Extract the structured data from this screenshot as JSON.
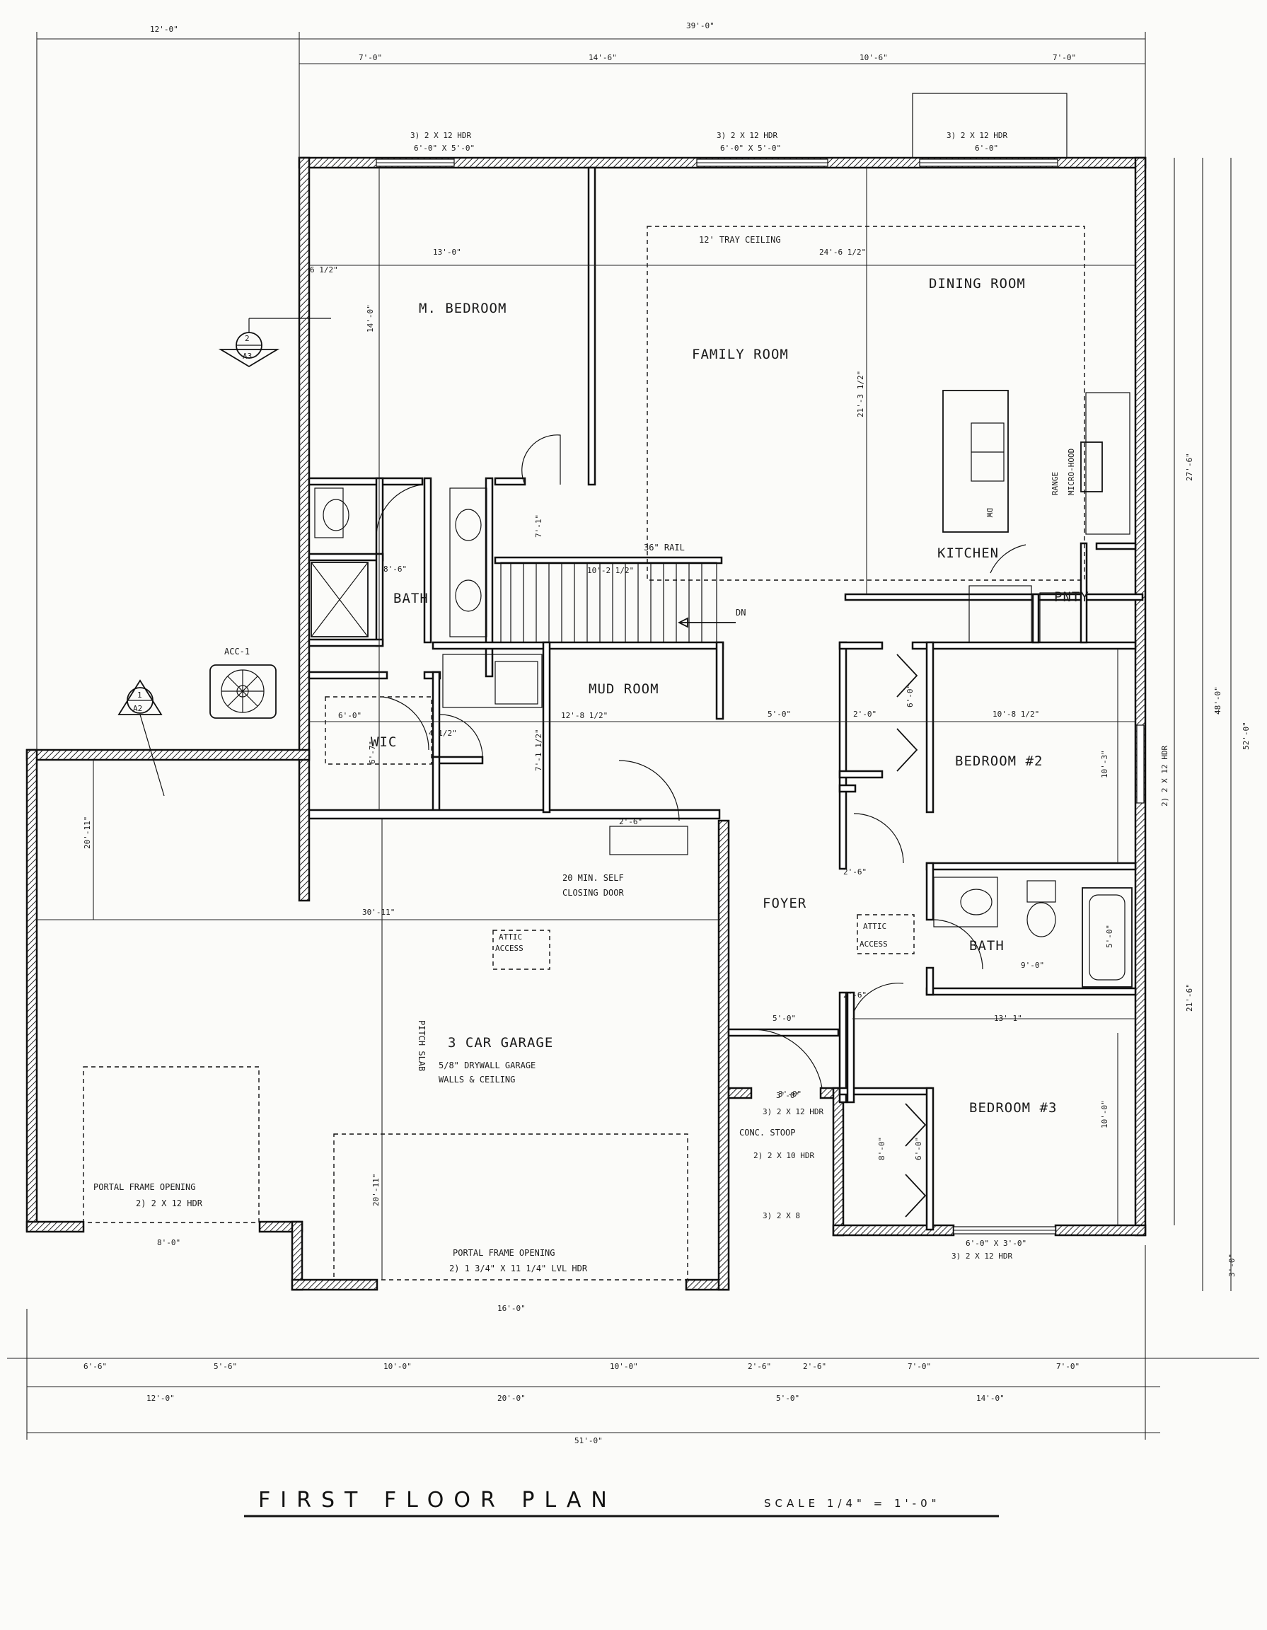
{
  "title": "FIRST FLOOR PLAN",
  "scale": "SCALE 1/4\" = 1'-0\"",
  "rooms": {
    "master_bedroom": "M. BEDROOM",
    "family_room": "FAMILY ROOM",
    "dining_room": "DINING ROOM",
    "kitchen": "KITCHEN",
    "pantry": "PNTY",
    "bath_master": "BATH",
    "wic": "WIC",
    "mud_room": "MUD ROOM",
    "foyer": "FOYER",
    "bedroom2": "BEDROOM #2",
    "bedroom3": "BEDROOM #3",
    "bath2": "BATH",
    "garage": "3 CAR GARAGE",
    "stoop": "CONC. STOOP"
  },
  "notes": {
    "tray_ceiling": "12' TRAY CEILING",
    "rail": "36\" RAIL",
    "dn": "DN",
    "range": "RANGE",
    "microhood": "MICRO-HOOD",
    "dw": "DW",
    "acc": "ACC-1",
    "attic1": "ATTIC",
    "attic1b": "ACCESS",
    "attic2": "ATTIC",
    "attic2b": "ACCESS",
    "self_closing_1": "20 MIN. SELF",
    "self_closing_2": "CLOSING DOOR",
    "garage_note1": "5/8\" DRYWALL GARAGE",
    "garage_note2": "WALLS & CEILING",
    "pitch_slab": "PITCH SLAB",
    "portal_left1": "PORTAL FRAME OPENING",
    "portal_left2": "2) 2 X 12 HDR",
    "portal_main1": "PORTAL FRAME OPENING",
    "portal_main2": "2) 1 3/4\" X 11 1/4\" LVL HDR",
    "stoop_hdr1": "3) 2 X 12 HDR",
    "stoop_hdr2": "2) 2 X 10 HDR",
    "stoop_beam": "3) 2 X 8",
    "hdr_top1": "3) 2 X 12 HDR",
    "hdr_top1b": "6'-0\" X 5'-0\"",
    "hdr_top2": "3) 2 X 12 HDR",
    "hdr_top2b": "6'-0\" X 5'-0\"",
    "hdr_top3": "3) 2 X 12 HDR",
    "hdr_top3b": "6'-0\"",
    "hdr_b2": "2) 2 X 12 HDR",
    "hdr_b3a": "6'-0\" X 3'-0\"",
    "hdr_b3b": "3) 2 X 12 HDR",
    "sec_mark1_num": "2",
    "sec_mark1_sheet": "A3",
    "sec_mark2_num": "1",
    "sec_mark2_sheet": "A2"
  },
  "dims": {
    "top_overall": "39'-0\"",
    "top_left": "12'-0\"",
    "top_1": "7'-0\"",
    "top_2": "14'-6\"",
    "top_3": "10'-6\"",
    "top_4": "7'-0\"",
    "mbed_w": "13'-0\"",
    "mbed_h": "14'-0\"",
    "fam_w": "24'-6 1/2\"",
    "fam_h": "21'-3 1/2\"",
    "right_overall": "52'-0\"",
    "right_mid": "48'-0\"",
    "right_upper": "27'-6\"",
    "right_lower": "21'-6\"",
    "right_stoop": "3'-0\"",
    "bath_w": "8'-6\"",
    "wic_w": "6'-0\"",
    "wic_h": "6'-7\"",
    "mud_w": "12'-8 1/2\"",
    "mud_h": "7'-1 1/2\"",
    "stair_w": "10'-2 1/2\"",
    "stair_h": "7'-1\"",
    "hall_w": "5'-0\"",
    "b2_w": "10'-8 1/2\"",
    "b2_h": "10'-3\"",
    "bath2_w": "9'-0\"",
    "b3_w": "13'-1\"",
    "b3_h": "10'-0\"",
    "garage_w": "30'-11\"",
    "garage_h": "20'-11\"",
    "garage_h2": "20'-11\"",
    "foyer_w": "5'-0\"",
    "stoop_w": "3'-0\"",
    "garage_door1": "8'-0\"",
    "garage_door2": "16'-0\"",
    "bot_1": "6'-6\"",
    "bot_2": "5'-6\"",
    "bot_3": "10'-0\"",
    "bot_4": "10'-0\"",
    "bot_5": "2'-6\"",
    "bot_6": "2'-6\"",
    "bot_7": "7'-0\"",
    "bot_8": "7'-0\"",
    "bot2_1": "12'-0\"",
    "bot2_2": "20'-0\"",
    "bot2_3": "5'-0\"",
    "bot2_4": "14'-0\"",
    "bot_overall": "51'-0\"",
    "door_2_6a": "2'-6\"",
    "door_2_6b": "2'-6\"",
    "door_2_6c": "2'-6\"",
    "door_3_0": "3'-0\"",
    "wall_6_5": "6 1/2\"",
    "wall_4_5": "4 1/2\"",
    "closet_2_0": "2'-0\"",
    "closet_6_0": "6'-0\"",
    "tub_5_0": "5'-0\"",
    "closet_b3": "6'-0\"",
    "closet_b3b": "8'-0\""
  },
  "colors": {
    "ink": "#111111",
    "paper": "#fbfbf9"
  }
}
